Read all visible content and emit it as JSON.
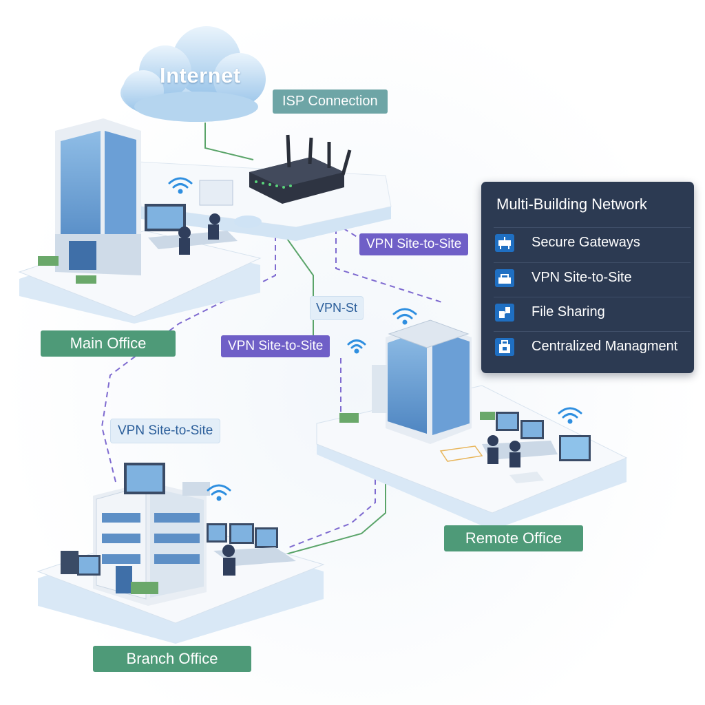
{
  "cloud": {
    "label": "Internet"
  },
  "labels": {
    "isp": "ISP Connection",
    "vpn_right": "VPN Site-to-Site",
    "vpn_small": "VPN-St",
    "vpn_mid": "VPN Site-to-Site",
    "vpn_left": "VPN Site-to-Site"
  },
  "buildings": {
    "main": "Main Office",
    "remote": "Remote Office",
    "branch": "Branch Office"
  },
  "panel": {
    "title": "Multi-Building Network",
    "items": [
      {
        "label": "Secure Gateways",
        "icon": "gateway-icon"
      },
      {
        "label": "VPN Site-to-Site",
        "icon": "vpn-icon"
      },
      {
        "label": "File Sharing",
        "icon": "file-sharing-icon"
      },
      {
        "label": "Centralized Managment",
        "icon": "management-icon"
      }
    ]
  },
  "colors": {
    "label_green": "#4e9a78",
    "label_purple": "#6f5fc7",
    "panel_bg": "#2c3a52",
    "link_green": "#5aa469",
    "link_purple": "#7e6ad0",
    "glass_blue": "#5d95cf"
  }
}
